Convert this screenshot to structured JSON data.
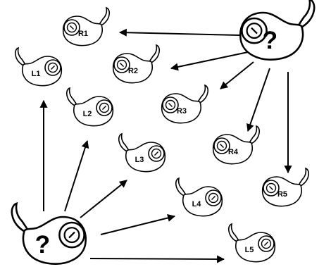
{
  "diagram": {
    "source": {
      "mark": "?",
      "orientation": "right"
    },
    "target": {
      "mark": "?",
      "orientation": "left"
    },
    "left_mutants": [
      {
        "label": "L1"
      },
      {
        "label": "L2"
      },
      {
        "label": "L3"
      },
      {
        "label": "L4"
      },
      {
        "label": "L5"
      }
    ],
    "right_mutants": [
      {
        "label": "R1"
      },
      {
        "label": "R2"
      },
      {
        "label": "R3"
      },
      {
        "label": "R4"
      },
      {
        "label": "R5"
      }
    ],
    "connections": [
      {
        "from": "source",
        "to": "L1"
      },
      {
        "from": "source",
        "to": "L2"
      },
      {
        "from": "source",
        "to": "L3"
      },
      {
        "from": "source",
        "to": "L4"
      },
      {
        "from": "source",
        "to": "L5"
      },
      {
        "from": "target",
        "to": "R1"
      },
      {
        "from": "target",
        "to": "R2"
      },
      {
        "from": "target",
        "to": "R3"
      },
      {
        "from": "target",
        "to": "R4"
      },
      {
        "from": "target",
        "to": "R5"
      }
    ]
  }
}
